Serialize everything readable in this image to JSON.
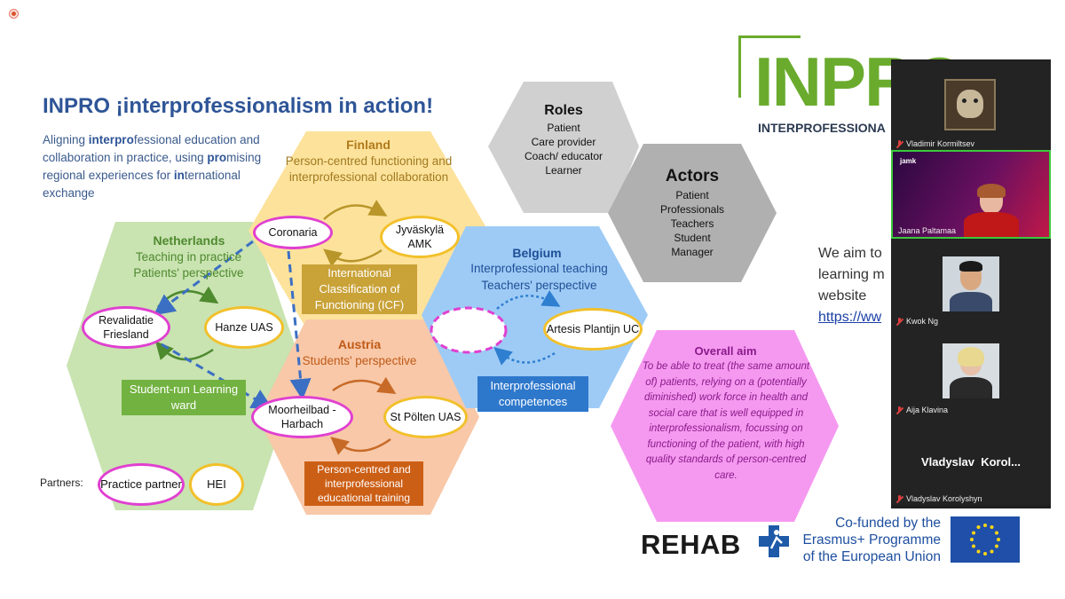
{
  "slide": {
    "title": "INPRO ¡interprofessionalism in action!",
    "subtitle_parts": [
      "Aligning ",
      "inter",
      "pro",
      "fessional education and collaboration in practice, using ",
      "pro",
      "mising regional experiences for ",
      "in",
      "ternational exchange"
    ],
    "logo_text": "INPRO",
    "logo_sub": "INTERPROFESSIONA",
    "finland": {
      "name": "Finland",
      "desc": "Person-centred functioning and interprofessional collaboration",
      "box": "International Classification of Functioning (ICF)"
    },
    "netherlands": {
      "name": "Netherlands",
      "desc1": "Teaching in practice",
      "desc2": "Patients' perspective",
      "box": "Student-run Learning ward"
    },
    "austria": {
      "name": "Austria",
      "desc": "Students' perspective",
      "box": "Person-centred and interprofessional educational training"
    },
    "belgium": {
      "name": "Belgium",
      "desc1": "Interprofessional teaching",
      "desc2": "Teachers' perspective",
      "box": "Interprofessional competences"
    },
    "roles": {
      "title": "Roles",
      "items": [
        "Patient",
        "Care provider",
        "Coach/ educator",
        "Learner"
      ]
    },
    "actors": {
      "title": "Actors",
      "items": [
        "Patient",
        "Professionals",
        "Teachers",
        "Student",
        "Manager"
      ]
    },
    "ovals": {
      "coronaria": "Coronaria",
      "jyvaskyla": "Jyväskylä AMK",
      "revalidatie": "Revalidatie Friesland",
      "hanze": "Hanze UAS",
      "moorheilbad": "Moorheilbad - Harbach",
      "stpolten": "St Pölten UAS",
      "artesis": "Artesis Plantijn UC"
    },
    "partners": {
      "label": "Partners:",
      "practice": "Practice partner",
      "hei": "HEI"
    },
    "overall_aim": {
      "title": "Overall aim",
      "text": "To be able to treat (the same amount of) patients, relying on a (potentially diminished) work force in health and social care that is well equipped in interprofessionalism, focussing on functioning of the patient, with high quality standards of person-centred care."
    },
    "aim_partial": {
      "line1": "We aim to",
      "line2": "learning m",
      "line3": "website",
      "link": "https://ww"
    },
    "rehab": "REHAB",
    "cofund": {
      "line1": "Co-funded by the",
      "line2": "Erasmus+ Programme",
      "line3": "of the European Union"
    }
  },
  "participants": [
    {
      "name": "Vladimir Kormiltsev",
      "muted": true,
      "type": "avatar"
    },
    {
      "name": "Jaana Paltamaa",
      "muted": false,
      "type": "video",
      "slide_label": "jamk"
    },
    {
      "name": "Kwok Ng",
      "muted": true,
      "type": "photo"
    },
    {
      "name": "Aija Klavina",
      "muted": true,
      "type": "photo"
    },
    {
      "name": "Vladyslav Korolyshyn",
      "muted": true,
      "type": "text",
      "display": "Vladyslav  Korol..."
    }
  ],
  "colors": {
    "finland": "#fde29b",
    "netherlands": "#c9e3b1",
    "austria": "#f8c8a8",
    "belgium": "#9ecbf6",
    "roles": "#d0d0d0",
    "actors": "#b0b0b0",
    "aim": "#f599f0",
    "inpro_green": "#6aab2e",
    "title_blue": "#2e5597"
  }
}
